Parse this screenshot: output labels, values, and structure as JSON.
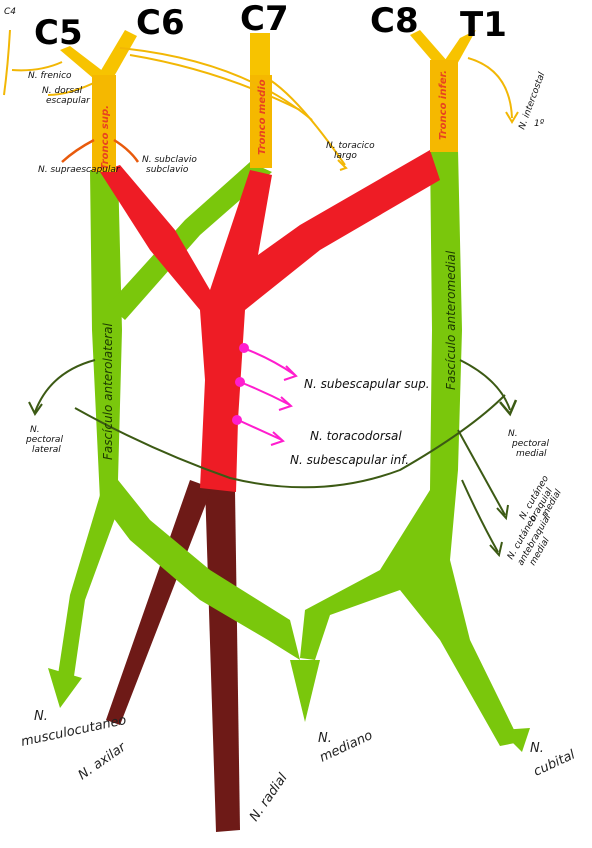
{
  "roots": {
    "c4": "C4",
    "c5": "C5",
    "c6": "C6",
    "c7": "C7",
    "c8": "C8",
    "t1": "T1"
  },
  "trunks": {
    "superior": "Tronco sup.",
    "middle": "Tronco medio",
    "inferior": "Tronco infer."
  },
  "cords": {
    "lateral": "Fascículo anterolateral",
    "medial": "Fascículo anteromedial"
  },
  "branches": {
    "frenico": "N. frenico",
    "dorsal_escapular_1": "N. dorsal",
    "dorsal_escapular_2": "escapular",
    "supraescapular": "N. supraescapular",
    "subclavio_1": "N. subclavio",
    "subclavio_2": "subclavio",
    "toracico_largo_1": "N. toracico",
    "toracico_largo_2": "largo",
    "intercostal_1": "N. intercostal",
    "intercostal_2": "1º",
    "subescapular_sup": "N. subescapular sup.",
    "toracodorsal": "N. toracodorsal",
    "subescapular_inf": "N. subescapular inf.",
    "pectoral_lateral_1": "N.",
    "pectoral_lateral_2": "pectoral",
    "pectoral_lateral_3": "lateral",
    "pectoral_medial_1": "N.",
    "pectoral_medial_2": "pectoral",
    "pectoral_medial_3": "medial",
    "cutaneo_braquial_1": "N. cutáneo",
    "cutaneo_braquial_2": "braquial",
    "cutaneo_braquial_3": "medial",
    "cutaneo_antebraquial_1": "N. cutáneo",
    "cutaneo_antebraquial_2": "antebraquial",
    "cutaneo_antebraquial_3": "medial"
  },
  "terminals": {
    "musculocutaneo_1": "N.",
    "musculocutaneo_2": "musculocutaneo",
    "axilar": "N. axilar",
    "radial": "N. radial",
    "mediano_1": "N.",
    "mediano_2": "mediano",
    "cubital_1": "N.",
    "cubital_2": "cubital"
  },
  "colors": {
    "root_yellow": "#f7c300",
    "branch_yellow": "#f2b705",
    "trunk_orange": "#f5b800",
    "cord_green": "#7ac70c",
    "posterior_red": "#ee1c25",
    "posterior_dark": "#6e1a17",
    "branch_dark_green": "#3c5a14",
    "magenta": "#ff1dce",
    "orange_branch": "#e85a0c"
  }
}
